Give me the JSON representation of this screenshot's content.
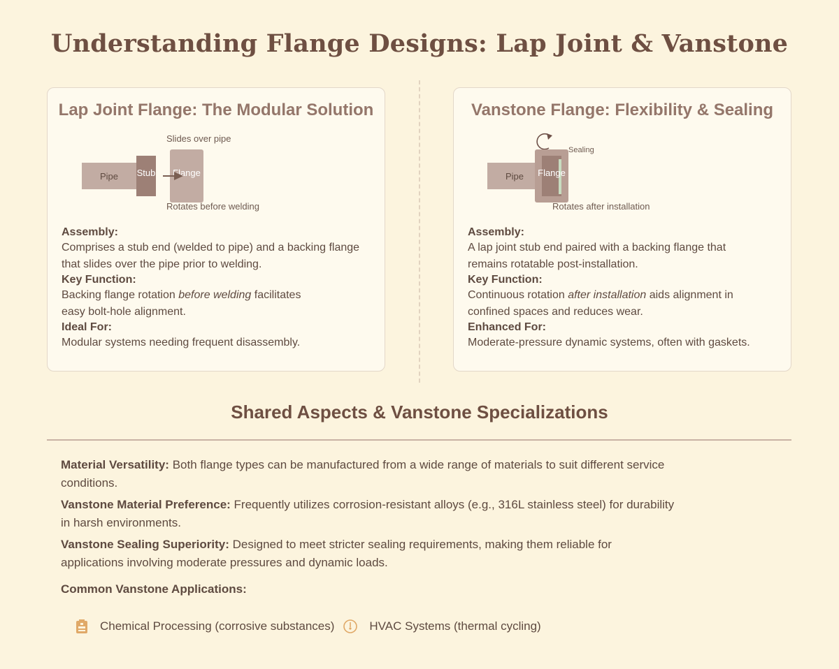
{
  "page": {
    "title": "Understanding Flange Designs: Lap Joint & Vanstone"
  },
  "lap_joint": {
    "title": "Lap Joint Flange: The Modular Solution",
    "diagram": {
      "pipe": "Pipe",
      "stub": "Stub",
      "flange": "Flange",
      "top_note": "Slides over pipe",
      "bottom_note": "Rotates before welding"
    },
    "assembly_label": "Assembly:",
    "assembly_text": "Comprises a stub end (welded to pipe) and a backing flange that slides over the pipe prior to welding.",
    "function_label": "Key Function:",
    "function_pre": "Backing flange rotation ",
    "function_em": "before welding",
    "function_post": " facilitates easy bolt-hole alignment.",
    "ideal_label": "Ideal For:",
    "ideal_text": "Modular systems needing frequent disassembly."
  },
  "vanstone": {
    "title": "Vanstone Flange: Flexibility & Sealing",
    "diagram": {
      "pipe": "Pipe",
      "flange": "Flange",
      "sealing_note": "Sealing",
      "bottom_note": "Rotates after installation"
    },
    "assembly_label": "Assembly:",
    "assembly_text": "A lap joint stub end paired with a backing flange that remains rotatable post-installation.",
    "function_label": "Key Function:",
    "function_pre": "Continuous rotation ",
    "function_em": "after installation",
    "function_post": " aids alignment in confined spaces and reduces wear.",
    "enhanced_label": "Enhanced For:",
    "enhanced_text": "Moderate-pressure dynamic systems, often with gaskets."
  },
  "shared": {
    "title": "Shared Aspects & Vanstone Specializations",
    "items": [
      {
        "label": "Material Versatility:",
        "text": " Both flange types can be manufactured from a wide range of materials to suit different service conditions."
      },
      {
        "label": "Vanstone Material Preference:",
        "text": " Frequently utilizes corrosion-resistant alloys (e.g., 316L stainless steel) for durability in harsh environments."
      },
      {
        "label": "Vanstone Sealing Superiority:",
        "text": " Designed to meet stricter sealing requirements, making them reliable for applications involving moderate pressures and dynamic loads."
      }
    ],
    "apps_label": "Common Vanstone Applications:",
    "apps": [
      {
        "icon": "chemical-container-icon",
        "text": "Chemical Processing (corrosive substances)"
      },
      {
        "icon": "thermometer-circle-icon",
        "text": "HVAC Systems (thermal cycling)"
      }
    ]
  },
  "colors": {
    "background": "#fcf4de",
    "card": "#fefaee",
    "title": "#6e4f42",
    "card_title": "#94766a",
    "pipe": "#c2aca3",
    "stub": "#9d8076",
    "gasket": "#c8dcc0",
    "icon": "#e0a968"
  }
}
